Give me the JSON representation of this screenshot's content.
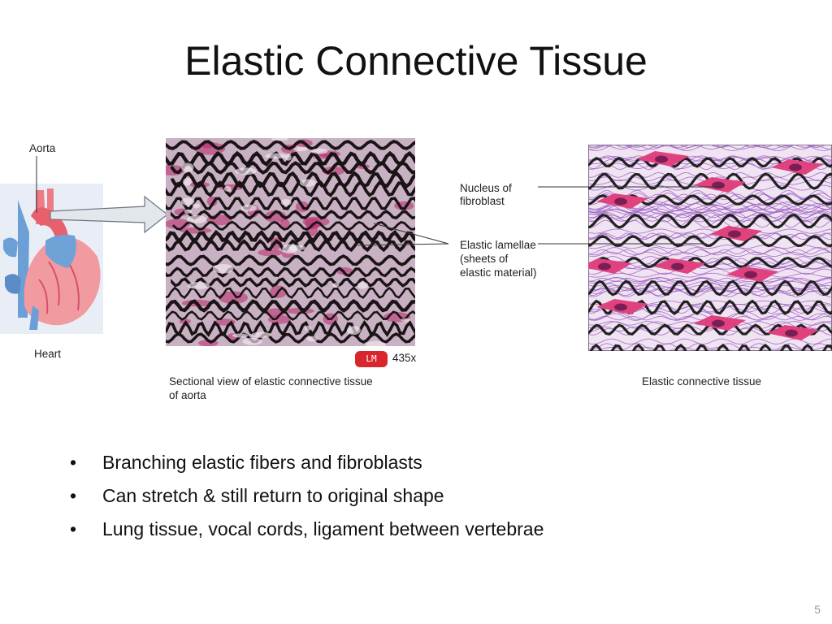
{
  "title": "Elastic Connective Tissue",
  "labels": {
    "aorta": "Aorta",
    "heart": "Heart",
    "nucleus_line1": "Nucleus of",
    "nucleus_line2": "fibroblast",
    "lamellae_line1": "Elastic lamellae",
    "lamellae_line2": "(sheets of",
    "lamellae_line3": "elastic material)",
    "badge": "LM",
    "magnification": "435x",
    "caption_left_line1": "Sectional view of elastic connective tissue",
    "caption_left_line2": "of aorta",
    "caption_right": "Elastic connective tissue"
  },
  "bullets": [
    "Branching elastic fibers and fibroblasts",
    "Can stretch & still return to original shape",
    "Lung tissue, vocal cords, ligament between vertebrae"
  ],
  "bullet_glyph": "•",
  "page_number": "5",
  "colors": {
    "fiber": "#1a1416",
    "micrograph_bg": "#c9b1c4",
    "micrograph_stain": "#b8276a",
    "illustration_bg": "#f1e4f2",
    "illustration_fiber": "#9a5ec0",
    "fibroblast": "#e0427f",
    "nucleus": "#7a1f55"
  }
}
